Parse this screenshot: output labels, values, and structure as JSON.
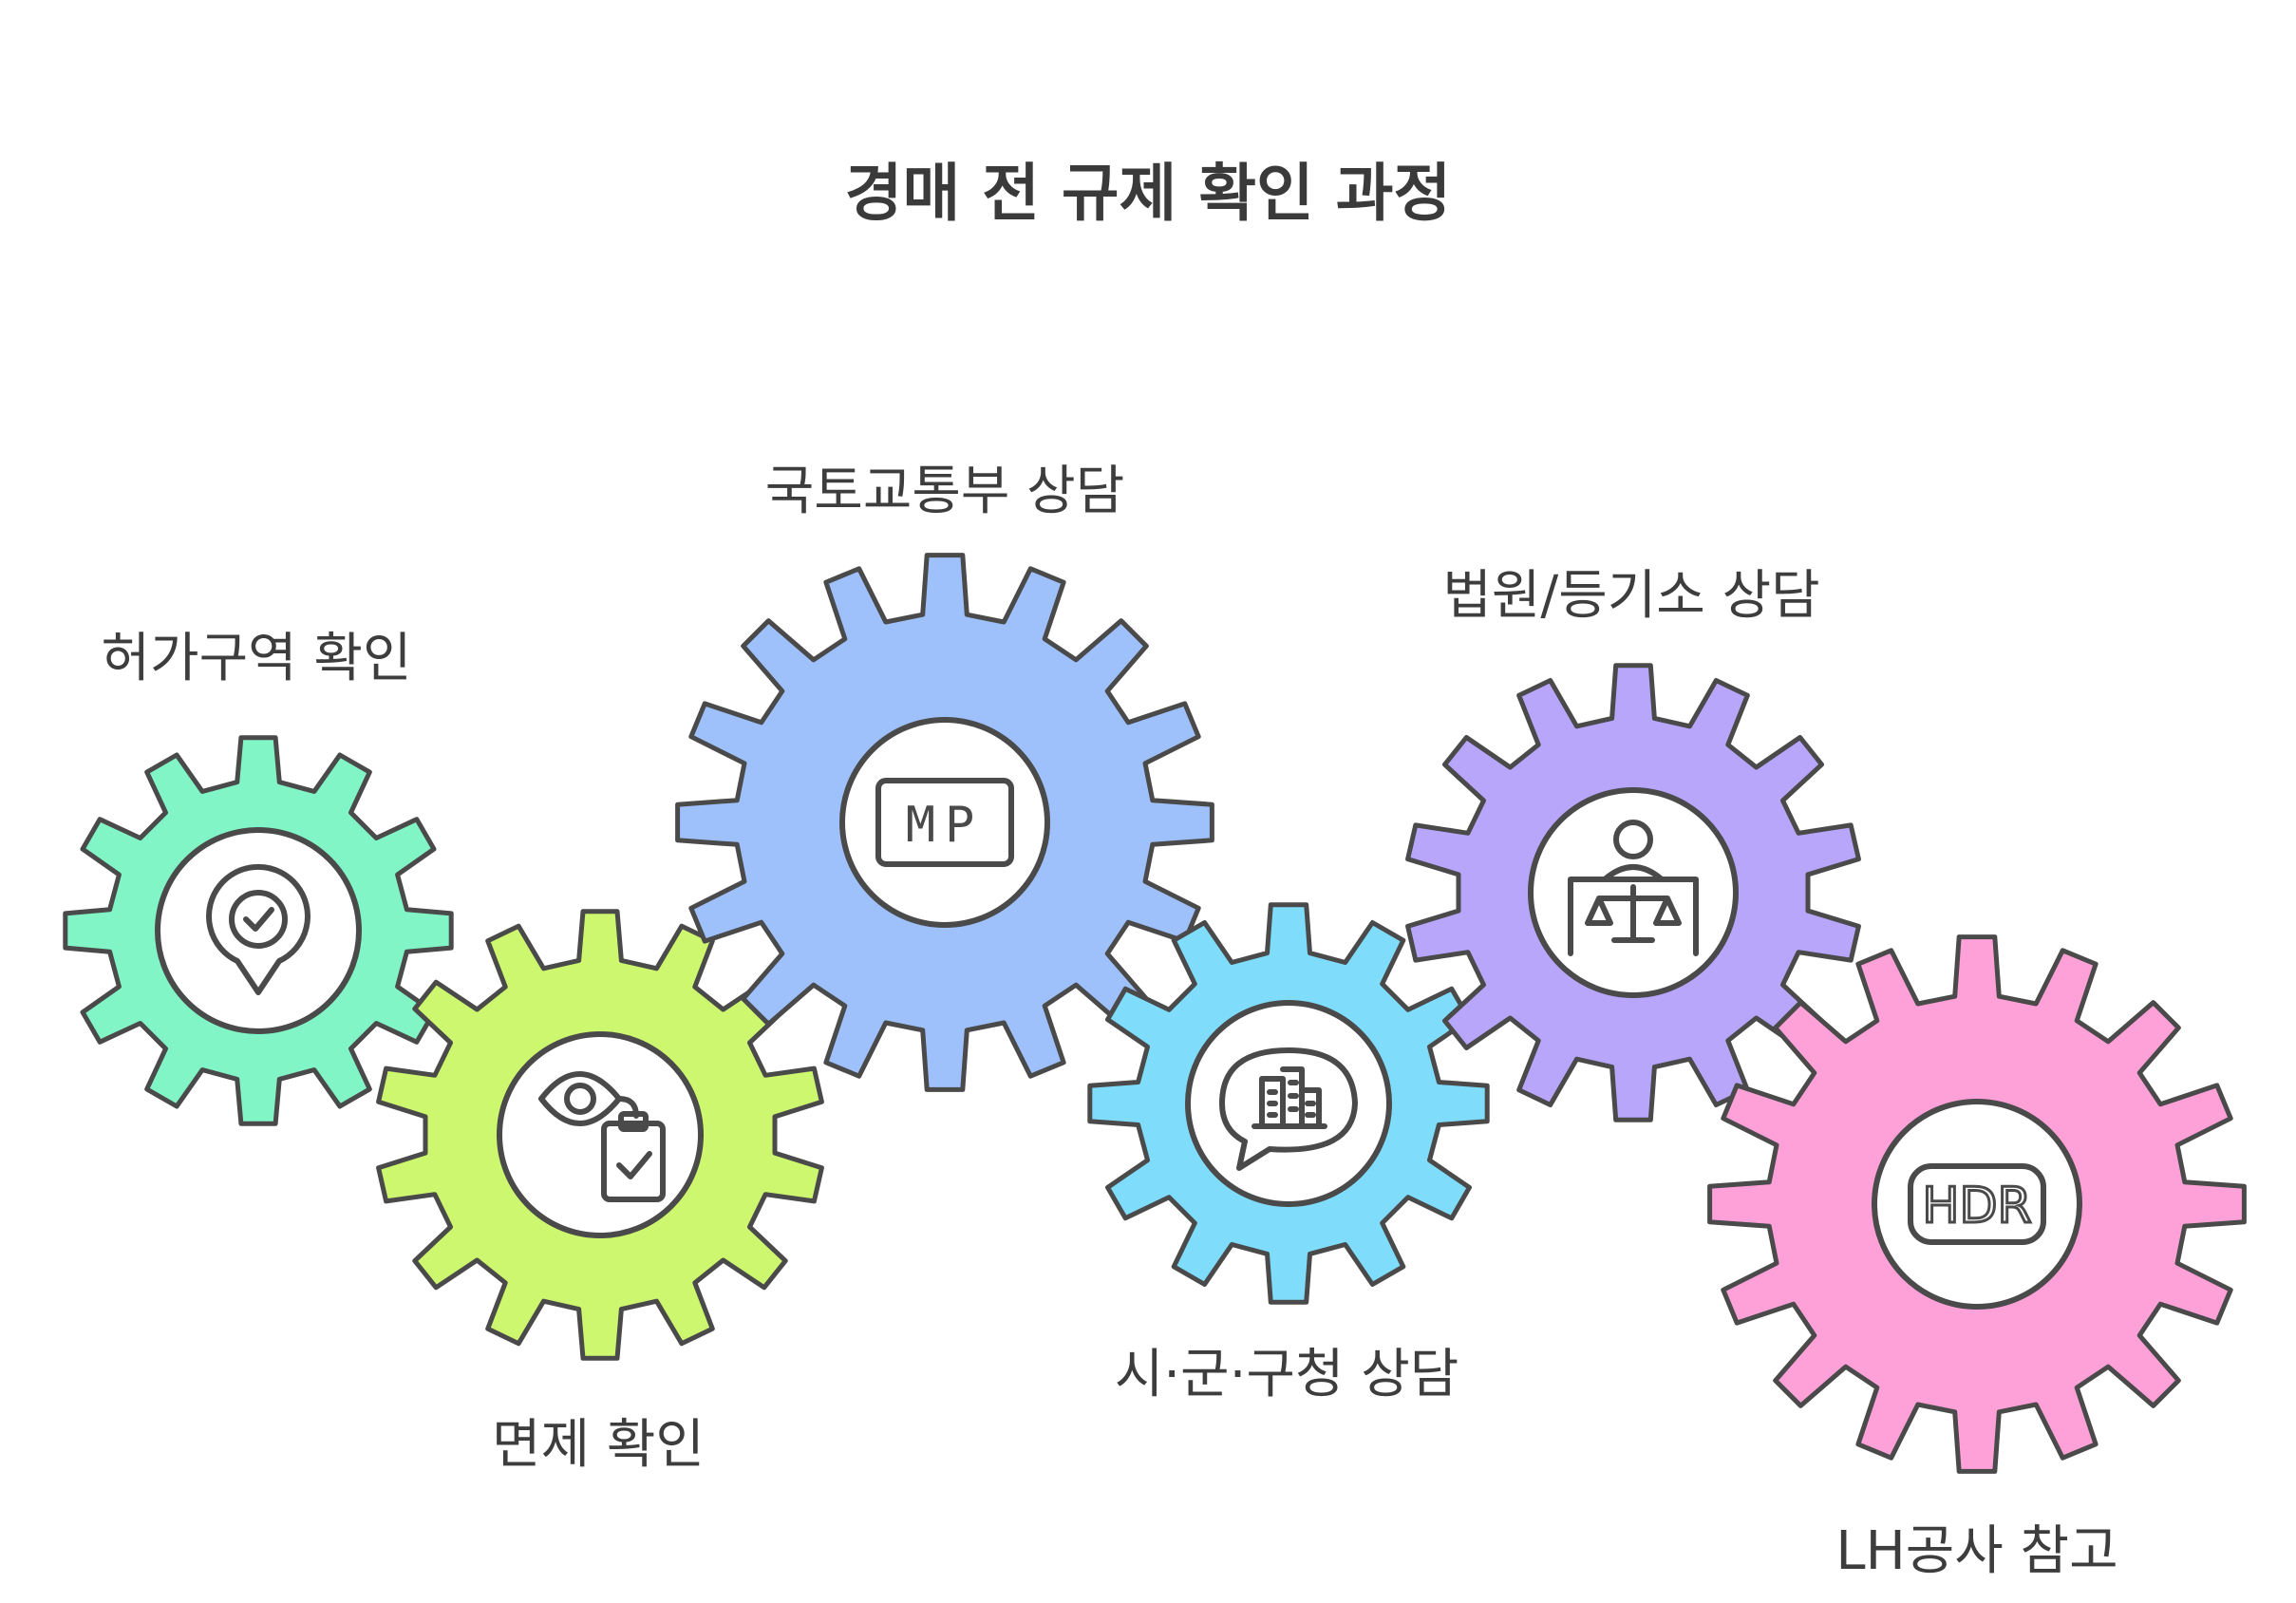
{
  "title": "경매 전 규제 확인 과정",
  "steps": [
    {
      "label": "허가구역 확인",
      "color": "#82f5c6",
      "icon": "location-check-icon"
    },
    {
      "label": "면제 확인",
      "color": "#cdf76e",
      "icon": "eye-clipboard-check-icon"
    },
    {
      "label": "국토교통부 상담",
      "color": "#9ec0fb",
      "icon": "mp-badge-icon",
      "icon_text": "MP"
    },
    {
      "label": "시·군·구청 상담",
      "color": "#7fdcfb",
      "icon": "building-speech-icon"
    },
    {
      "label": "법원/등기소 상담",
      "color": "#b8a6fb",
      "icon": "judge-scales-icon"
    },
    {
      "label": "LH공사 참고",
      "color": "#ffa1d9",
      "icon": "hdr-badge-icon",
      "icon_text": "HDR"
    }
  ]
}
